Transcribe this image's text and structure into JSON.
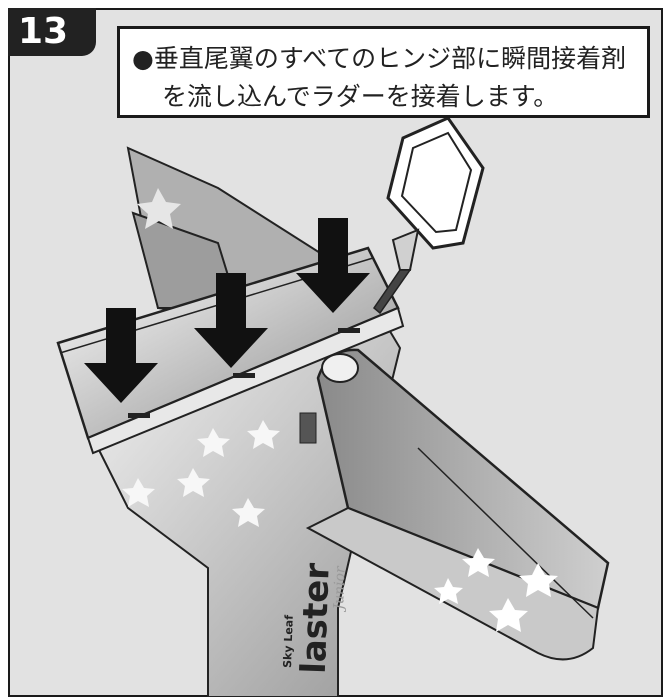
{
  "step": {
    "number": "13"
  },
  "instruction": {
    "line1": "●垂直尾翼のすべてのヒンジ部に瞬間接着剤",
    "line2": "を流し込んでラダーを接着します。"
  },
  "illustration": {
    "logo_lines": [
      "Sky Leaf",
      "laster"
    ],
    "signature": "Junior"
  }
}
